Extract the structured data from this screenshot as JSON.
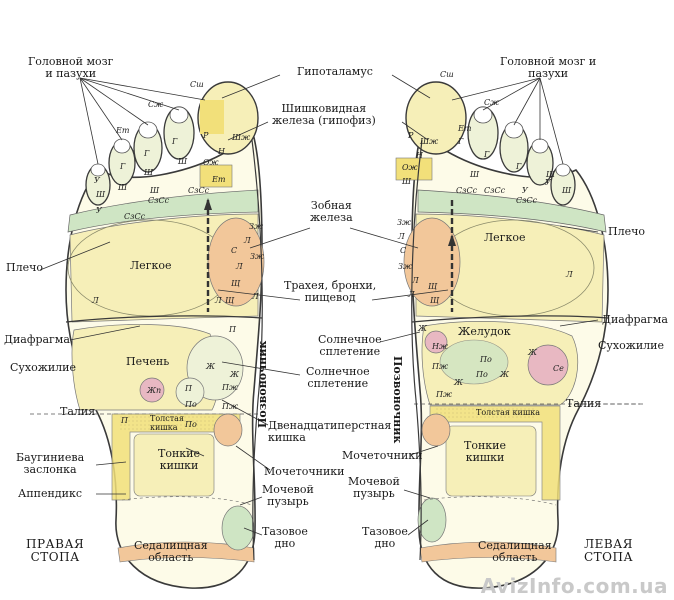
{
  "labels": {
    "brain_right": "Головной мозг\nи пазухи",
    "brain_left": "Головной мозг и\nпазухи",
    "hypothalamus": "Гипоталамус",
    "pineal": "Шишковидная\nжелеза (гипофиз)",
    "thymus": "Зобная\nжелеза",
    "trachea": "Трахея, бронхи,\nпищевод",
    "shoulder_right": "Плечо",
    "shoulder_left": "Плечо",
    "lung_right": "Легкое",
    "lung_left": "Легкое",
    "diaphragm_right": "Диафрагма",
    "diaphragm_left": "Диафрагма",
    "tendon_right": "Сухожилие",
    "tendon_left": "Сухожилие",
    "liver": "Печень",
    "solar_left": "Солнечное\nсплетение",
    "solar_right": "Солнечное\nсплетение",
    "stomach": "Желудок",
    "waist_right": "Талия",
    "waist_left": "Талия",
    "duodenum": "Двенадцатиперстная\nкишка",
    "transverse_colon_right": "Толстая\nкишка",
    "transverse_colon_left": "Толстая кишка",
    "small_int_right": "Тонкие\nкишки",
    "small_int_left": "Тонкие\nкишки",
    "bauhin": "Баугиниева\nзаслонка",
    "appendix": "Аппендикс",
    "ureters_right": "Мочеточники",
    "ureters_left": "Мочеточники",
    "bladder_right": "Мочевой\nпузырь",
    "bladder_left": "Мочевой\nпузырь",
    "pelvic_right": "Тазовое\nдно",
    "pelvic_left": "Тазовое\nдно",
    "sciatic_right": "Седалищная\nобласть",
    "sciatic_left": "Седалищная\nобласть",
    "right_foot": "ПРАВАЯ\nСТОПА",
    "left_foot": "ЛЕВАЯ\nСТОПА",
    "spine_right": "Позвоночник",
    "spine_left": "Позвоночник"
  },
  "abbrev": {
    "right": [
      "Сш",
      "Сж",
      "Ет",
      "Р",
      "Г",
      "Г",
      "Г",
      "Ш",
      "Шж",
      "Н",
      "Ож",
      "Ет",
      "Ш",
      "Ш",
      "Ш",
      "У",
      "У",
      "Ш",
      "СзСс",
      "СзСс",
      "СзСс",
      "Зж",
      "Л",
      "Зж",
      "С",
      "Л",
      "Щ",
      "Щ",
      "Л",
      "П",
      "Ж",
      "Ж",
      "Жп",
      "П",
      "По",
      "По",
      "Пж",
      "Пж",
      "П",
      "Л",
      "Л"
    ],
    "left": [
      "Сш",
      "Сж",
      "Ет",
      "Р",
      "Шж",
      "Г",
      "Г",
      "Г",
      "Н",
      "Ож",
      "Ш",
      "Ш",
      "Ш",
      "Ш",
      "У",
      "У",
      "СзСс",
      "СзСс",
      "СзСс",
      "Зж",
      "Л",
      "С",
      "Зж",
      "Л",
      "Щ",
      "Щ",
      "Ж",
      "Пж",
      "Пж",
      "Ж",
      "По",
      "По",
      "Ж",
      "Се",
      "Ж",
      "Нж",
      "Л",
      "Л"
    ]
  },
  "watermark": "AvizInfo.com.ua",
  "colors": {
    "outline": "#3a3a3a",
    "zone_yellow": "#f6efb8",
    "zone_deep_yellow": "#f2e07a",
    "zone_orange": "#f2c79a",
    "zone_green": "#cfe5c4",
    "zone_blue": "#d4e6ee",
    "zone_pink": "#e8b8c2",
    "leader": "#333333"
  }
}
